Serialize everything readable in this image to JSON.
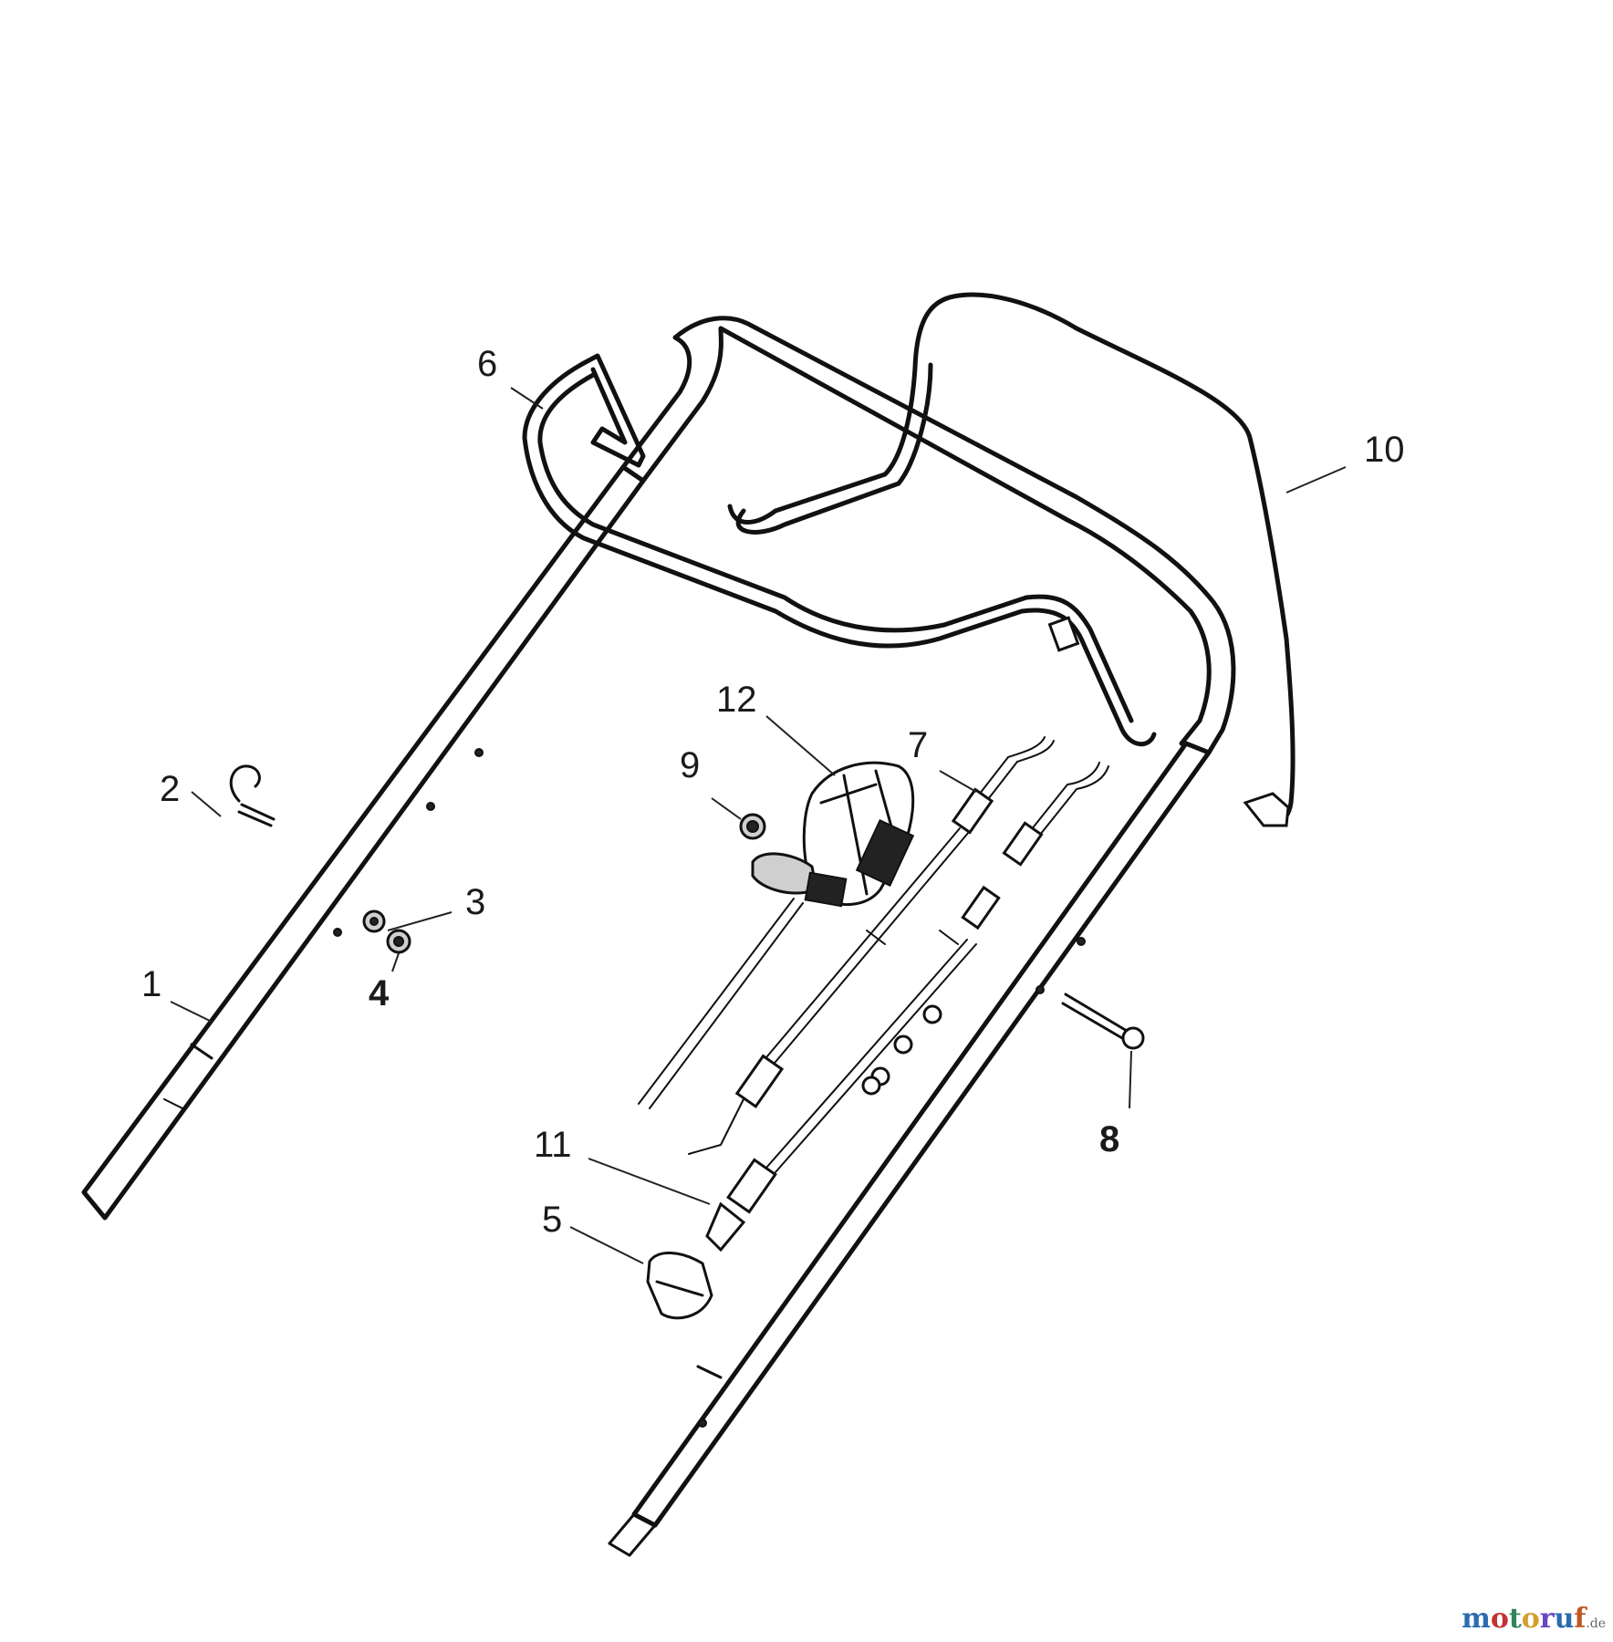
{
  "callouts": {
    "c1": "1",
    "c2": "2",
    "c3": "3",
    "c4": "4",
    "c5": "5",
    "c6": "6",
    "c7": "7",
    "c8": "8",
    "c9": "9",
    "c10": "10",
    "c11": "11",
    "c12": "12"
  },
  "watermark": {
    "main": "motoruf",
    "suffix": ".de",
    "colors": [
      "#2b6cb0",
      "#c53030",
      "#2f855a",
      "#d69e2e",
      "#6b46c1",
      "#2b6cb0",
      "#c05621"
    ]
  }
}
